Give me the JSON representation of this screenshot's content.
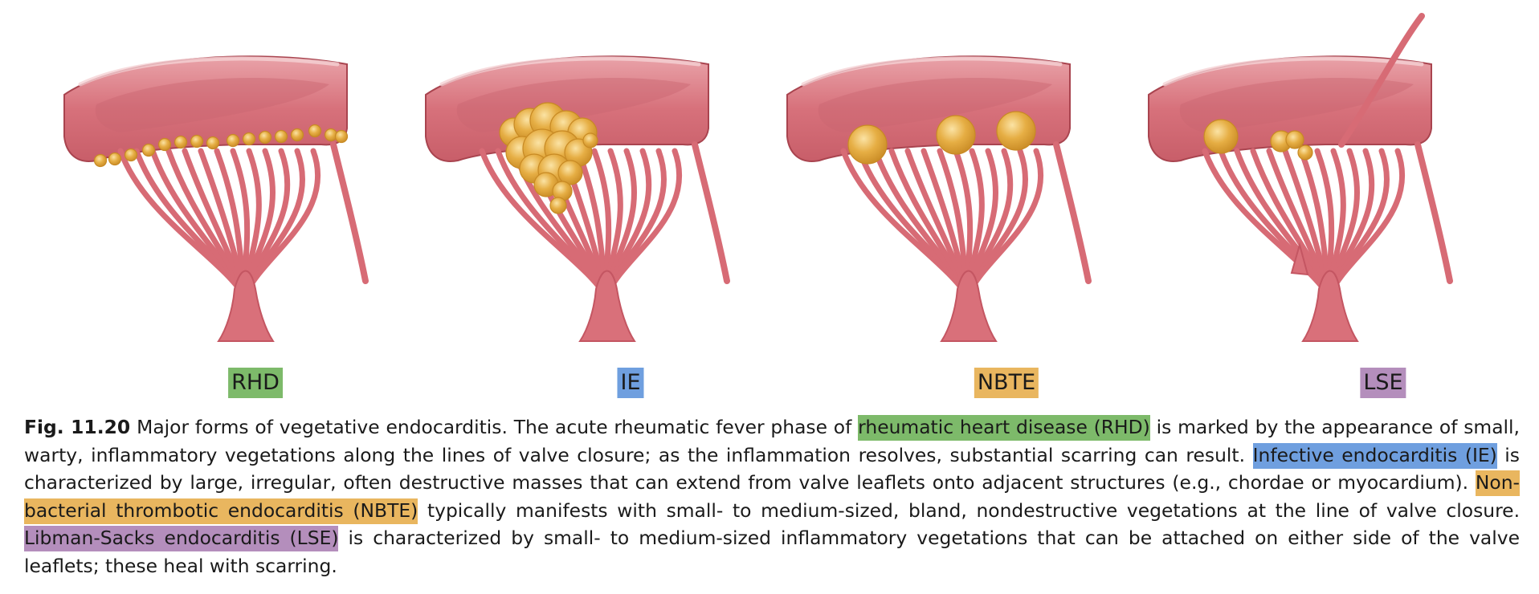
{
  "panels": [
    {
      "label": "RHD",
      "color": "#7dba6a"
    },
    {
      "label": "IE",
      "color": "#6f9fdf"
    },
    {
      "label": "NBTE",
      "color": "#e9b65f"
    },
    {
      "label": "LSE",
      "color": "#b48ebc"
    }
  ],
  "caption": {
    "fig_number": "Fig. 11.20",
    "t1": "Major forms of vegetative endocarditis. The acute rheumatic fever phase of ",
    "h1": "rheumatic heart disease (RHD)",
    "t2": " is marked by the appearance of small, warty, inflammatory vegetations along the lines of valve closure; as the inflammation resolves, substantial scarring can result. ",
    "h2": "Infective endocarditis (IE)",
    "t3": " is characterized by large, irregular, often destructive masses that can extend from valve leaflets onto adjacent structures (e.g., chordae or myocardium). ",
    "h3": "Non-bacterial thrombotic endocarditis (NBTE)",
    "t4": " typically manifests with small- to medium-sized, bland, nondestructive vegetations at the line of valve closure. ",
    "h4": "Libman-Sacks endocarditis (LSE)",
    "t5": " is characterized by small- to medium-sized inflammatory vegetations that can be attached on either side of the valve leaflets; these heal with scarring."
  },
  "colors": {
    "valve": "#d9707a",
    "valve_shadow": "#c45662",
    "chordae": "#d76b75",
    "vegetation": "#e6ae44",
    "vegetation_edge": "#c88a24"
  }
}
